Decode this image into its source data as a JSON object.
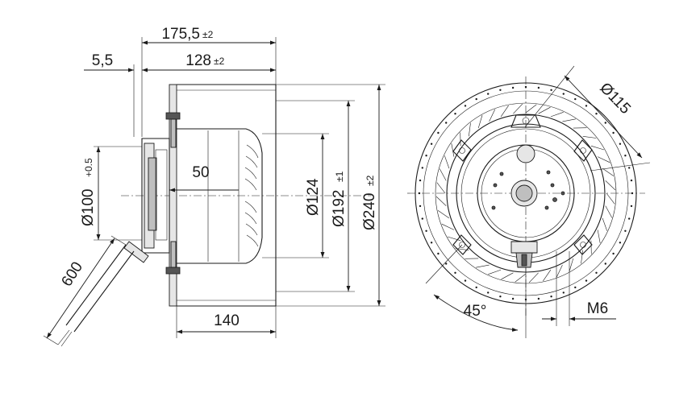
{
  "dimensions": {
    "overall_length": {
      "value": "175,5",
      "tolerance": "±2"
    },
    "flange_offset": {
      "value": "5,5"
    },
    "body_length": {
      "value": "128",
      "tolerance": "±2"
    },
    "motor_depth": {
      "value": "50"
    },
    "impeller_width": {
      "value": "140"
    },
    "motor_diameter": {
      "value": "Ø100",
      "tolerance": "+0.5"
    },
    "inner_diameter": {
      "value": "Ø124"
    },
    "mounting_diameter": {
      "value": "Ø192",
      "tolerance": "±1"
    },
    "impeller_diameter": {
      "value": "Ø240",
      "tolerance": "±2"
    },
    "cable_length": {
      "value": "600"
    },
    "hub_diameter": {
      "value": "Ø115"
    },
    "mounting_angle": {
      "value": "45°"
    },
    "thread": {
      "value": "M6"
    }
  }
}
